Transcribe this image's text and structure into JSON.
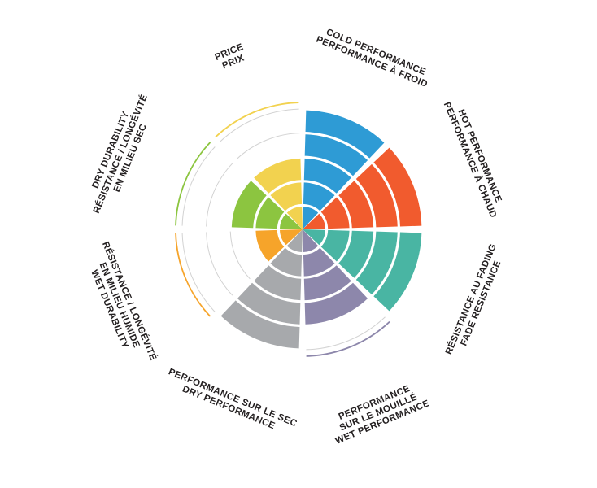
{
  "page": {
    "background_color": "#ffffff"
  },
  "chart_data": {
    "type": "polar",
    "subtype": "sector-wheel-rating",
    "rings": 5,
    "value_scale": {
      "min": 0,
      "max": 5
    },
    "grid": true,
    "grid_color": "#d2d2d2",
    "label_color": "#231f20",
    "sectors": [
      {
        "id": "cold-performance",
        "labels": [
          "COLD PERFORMANCE",
          "PERFORMANCE À FROID"
        ],
        "value": 5,
        "color": "#2E9BD5"
      },
      {
        "id": "hot-performance",
        "labels": [
          "HOT PERFORMANCE",
          "PERFORMANCE À CHAUD"
        ],
        "value": 5,
        "color": "#F15B2E"
      },
      {
        "id": "fade-resistance",
        "labels": [
          "RÉSISTANCE AU FADING",
          "FADE RESISTANCE"
        ],
        "value": 5,
        "color": "#49B5A3"
      },
      {
        "id": "wet-performance",
        "labels": [
          "PERFORMANCE",
          "SUR LE MOUILLÉ",
          "WET PERFORMANCE"
        ],
        "value": 4,
        "color": "#8D87AB"
      },
      {
        "id": "dry-performance",
        "labels": [
          "PERFORMANCE SUR LE SEC",
          "DRY PERFORMANCE"
        ],
        "value": 5,
        "color": "#A7A9AC"
      },
      {
        "id": "wet-durability",
        "labels": [
          "RÉSISTANCE / LONGÉVITÉ",
          "EN MILIEU HUMIDE",
          "WET DURABILITY"
        ],
        "value": 2,
        "color": "#F6A42A"
      },
      {
        "id": "dry-durability",
        "labels": [
          "DRY DURABILITY",
          "RÉSISTANCE / LONGÉVITÉ",
          "EN MILIEU SEC"
        ],
        "value": 3,
        "color": "#8CC540"
      },
      {
        "id": "price",
        "labels": [
          "PRICE",
          "PRIX"
        ],
        "value": 3,
        "color": "#F2D24F"
      }
    ]
  }
}
